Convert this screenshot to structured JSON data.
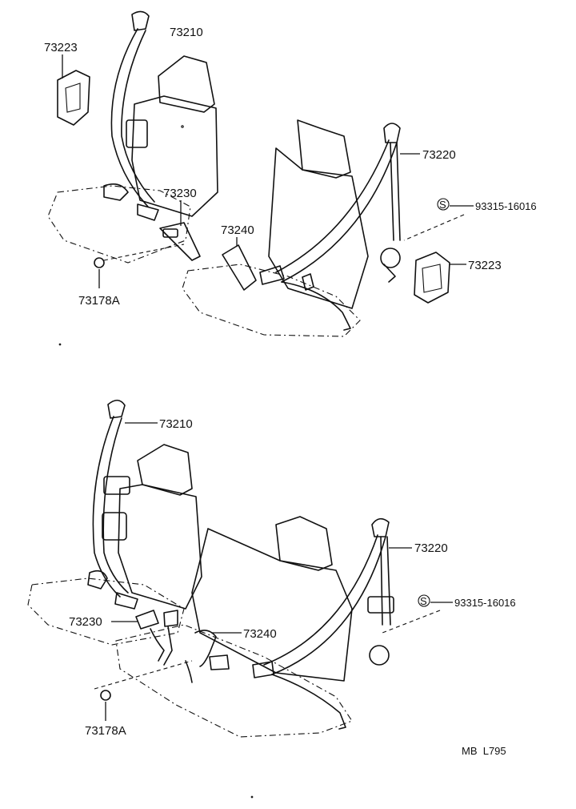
{
  "top_diagram": {
    "labels": {
      "upper_belt": "73210",
      "retractor_cover_left": "73223",
      "inner_buckle": "73230",
      "center_tongue": "73240",
      "right_belt": "73220",
      "bolt": "93315-16016",
      "bolt_marker": "S",
      "retractor_cover_right": "73223",
      "plug": "73178A"
    }
  },
  "bottom_diagram": {
    "labels": {
      "upper_belt": "73210",
      "right_belt": "73220",
      "bolt": "93315-16016",
      "bolt_marker": "S",
      "inner_buckle": "73230",
      "center_tongue": "73240",
      "plug": "73178A"
    }
  },
  "footer": {
    "code": "MB  L795"
  }
}
